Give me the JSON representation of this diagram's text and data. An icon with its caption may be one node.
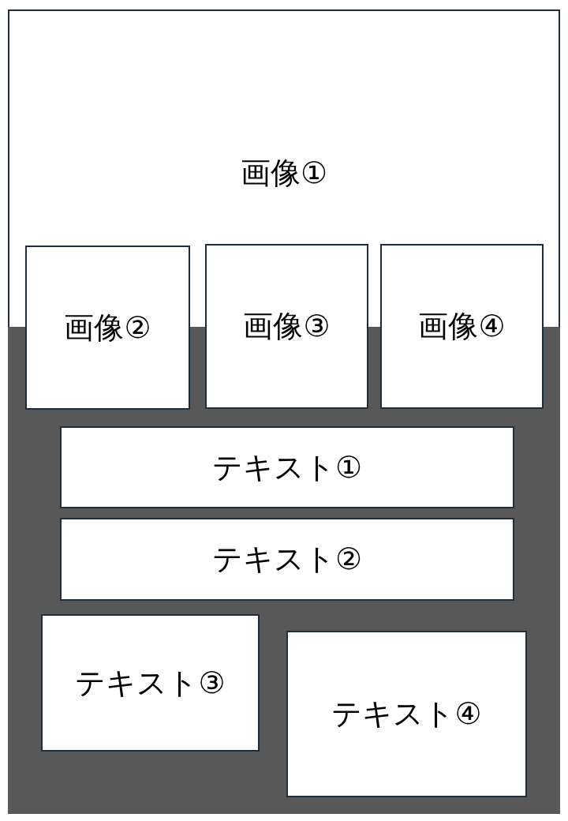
{
  "diagram": {
    "nodes": [
      {
        "text": [
          "画像①"
        ]
      },
      {
        "text": [
          "画像②"
        ]
      },
      {
        "text": [
          "画像③"
        ]
      },
      {
        "text": [
          "画像④"
        ]
      },
      {
        "text": [
          "テキスト①"
        ]
      },
      {
        "text": [
          "テキスト②"
        ]
      },
      {
        "text": [
          "テキスト③"
        ]
      },
      {
        "text": [
          "テキスト④"
        ]
      }
    ]
  }
}
